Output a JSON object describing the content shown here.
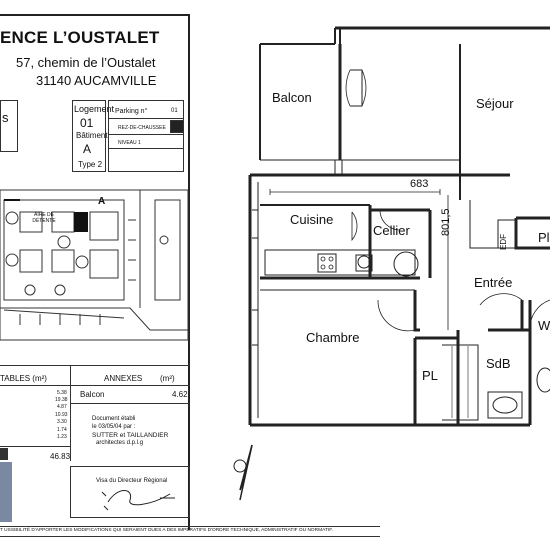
{
  "header": {
    "residence": "ENCE L’OUSTALET",
    "address": "57, chemin de l’Oustalet",
    "city": "31140 AUCAMVILLE"
  },
  "lot": {
    "logement_label": "Logement",
    "logement_value": "01",
    "batiment_label": "Bâtiment",
    "batiment_value": "A",
    "type": "Type 2",
    "parking_label": "Parking n°",
    "parking_value": "01",
    "levels": [
      "REZ-DE-CHAUSSEE",
      "NIVEAU 1"
    ],
    "left_edge_letter": "s"
  },
  "site_plan": {
    "label_aire": "AIRE DE DÉTENTE",
    "label_a": "A"
  },
  "surfaces": {
    "title": "TABLES (m²)",
    "values": [
      "5.38",
      "19.38",
      "4.87",
      "10.93",
      "3.30",
      "1.74",
      "1.23"
    ],
    "total": "46.83"
  },
  "annexes": {
    "title": "ANNEXES",
    "unit": "(m²)",
    "item_label": "Balcon",
    "item_value": "4.62"
  },
  "document": {
    "line1": "Document établi",
    "line2": "le 03/05/04 par :",
    "firm": "SUTTER et TAILLANDIER",
    "role": "architectes   d.p.l.g"
  },
  "visa": "Visa du Directeur Régional",
  "footer_note": "T USSIBILITÉ D'APPORTER LES MODIFICATIONS QUI SERAIENT DUES A DES IMPÉRATIFS D'ORDRE TECHNIQUE, ADMINISTRATIF OU NORMATIF.",
  "plan": {
    "rooms": {
      "balcon": "Balcon",
      "sejour": "Séjour",
      "cuisine": "Cuisine",
      "cellier": "Cellier",
      "entree": "Entrée",
      "chambre": "Chambre",
      "pl_bottom": "PL",
      "sdb": "SdB",
      "pl_right": "Pl",
      "wc": "W",
      "edf": "EDF"
    },
    "dimensions": {
      "width": "683",
      "depth": "801,5"
    }
  }
}
